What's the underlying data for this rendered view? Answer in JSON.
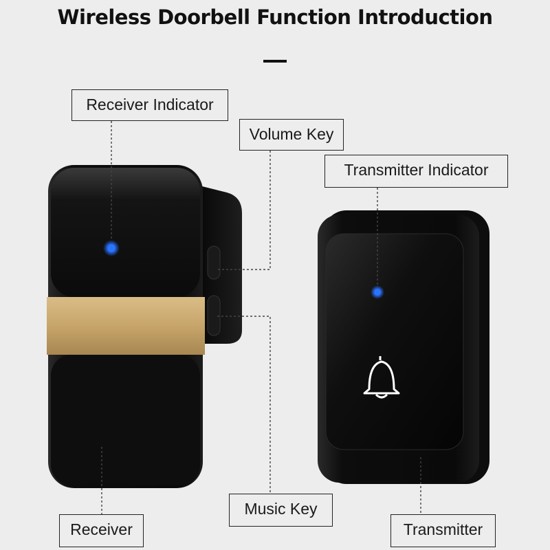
{
  "title": "Wireless Doorbell Function Introduction",
  "labels": {
    "receiver_indicator": "Receiver Indicator",
    "volume_key": "Volume Key",
    "transmitter_indicator": "Transmitter Indicator",
    "music_key": "Music Key",
    "receiver": "Receiver",
    "transmitter": "Transmitter"
  },
  "colors": {
    "background": "#ededed",
    "device_body": "#101010",
    "gold_band": "#c9a96e",
    "indicator_led": "#1e6bff"
  },
  "icons": {
    "transmitter_button": "bell-icon"
  }
}
